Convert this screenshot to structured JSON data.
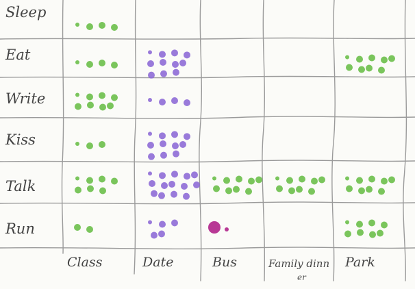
{
  "rows": [
    "Sleep",
    "Eat",
    "Write",
    "Kiss",
    "Talk",
    "Run"
  ],
  "columns": [
    "Class",
    "Date",
    "Bus",
    "Family dinn",
    "Park"
  ],
  "column_overflow": "er",
  "colors": {
    "green": "#6cbf4a",
    "purple": "#8e6bd6",
    "magenta": "#b0228a",
    "pencil": "#9a9a9a",
    "paper": "#fbfbf8"
  },
  "cells": [
    {
      "row": 0,
      "col": 0,
      "color": "green",
      "count": 4
    },
    {
      "row": 1,
      "col": 0,
      "color": "green",
      "count": 4
    },
    {
      "row": 1,
      "col": 1,
      "color": "purple",
      "count": 11
    },
    {
      "row": 1,
      "col": 4,
      "color": "green",
      "count": 9
    },
    {
      "row": 2,
      "col": 0,
      "color": "green",
      "count": 8
    },
    {
      "row": 2,
      "col": 1,
      "color": "purple",
      "count": 4
    },
    {
      "row": 3,
      "col": 0,
      "color": "green",
      "count": 3
    },
    {
      "row": 3,
      "col": 1,
      "color": "purple",
      "count": 11
    },
    {
      "row": 4,
      "col": 0,
      "color": "green",
      "count": 7
    },
    {
      "row": 4,
      "col": 1,
      "color": "purple",
      "count": 14
    },
    {
      "row": 4,
      "col": 2,
      "color": "green",
      "count": 9
    },
    {
      "row": 4,
      "col": 3,
      "color": "green",
      "count": 9
    },
    {
      "row": 4,
      "col": 4,
      "color": "green",
      "count": 9
    },
    {
      "row": 5,
      "col": 0,
      "color": "green",
      "count": 2
    },
    {
      "row": 5,
      "col": 1,
      "color": "purple",
      "count": 5
    },
    {
      "row": 5,
      "col": 2,
      "color": "magenta",
      "count": 2
    },
    {
      "row": 5,
      "col": 4,
      "color": "green",
      "count": 8
    }
  ]
}
